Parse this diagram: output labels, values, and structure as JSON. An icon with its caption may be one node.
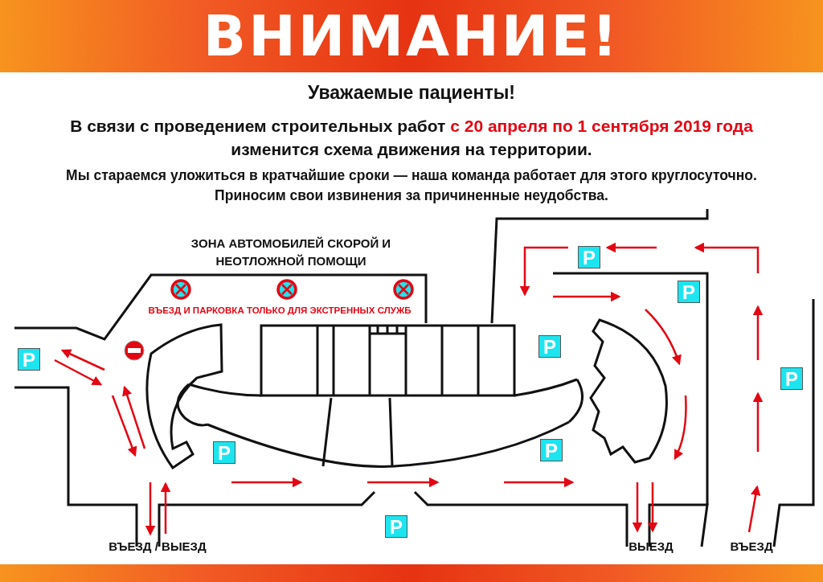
{
  "diagram": {
    "title": "ВНИМАНИЕ!",
    "labels": [
      "Уважаемые пациенты!",
      "В связи с проведением строительных работ",
      "с 20 апреля по 1 сентября 2019 года",
      "изменится схема движения на территории.",
      "Мы стараемся уложиться в кратчайшие сроки — наша команда работает для этого круглосуточно.",
      "Приносим свои извинения за причиненные неудобства.",
      "ЗОНА АВТОМОБИЛЕЙ СКОРОЙ И НЕОТЛОЖНОЙ ПОМОЩИ",
      "ВЪЕЗД И ПАРКОВКА ТОЛЬКО ДЛЯ ЭКСТРЕННЫХ СЛУЖБ",
      "P",
      "P",
      "P",
      "P",
      "P",
      "P",
      "P",
      "P",
      "ВЪЕЗД / ВЫЕЗД",
      "ВЫЕЗД",
      "ВЪЕЗД"
    ]
  }
}
